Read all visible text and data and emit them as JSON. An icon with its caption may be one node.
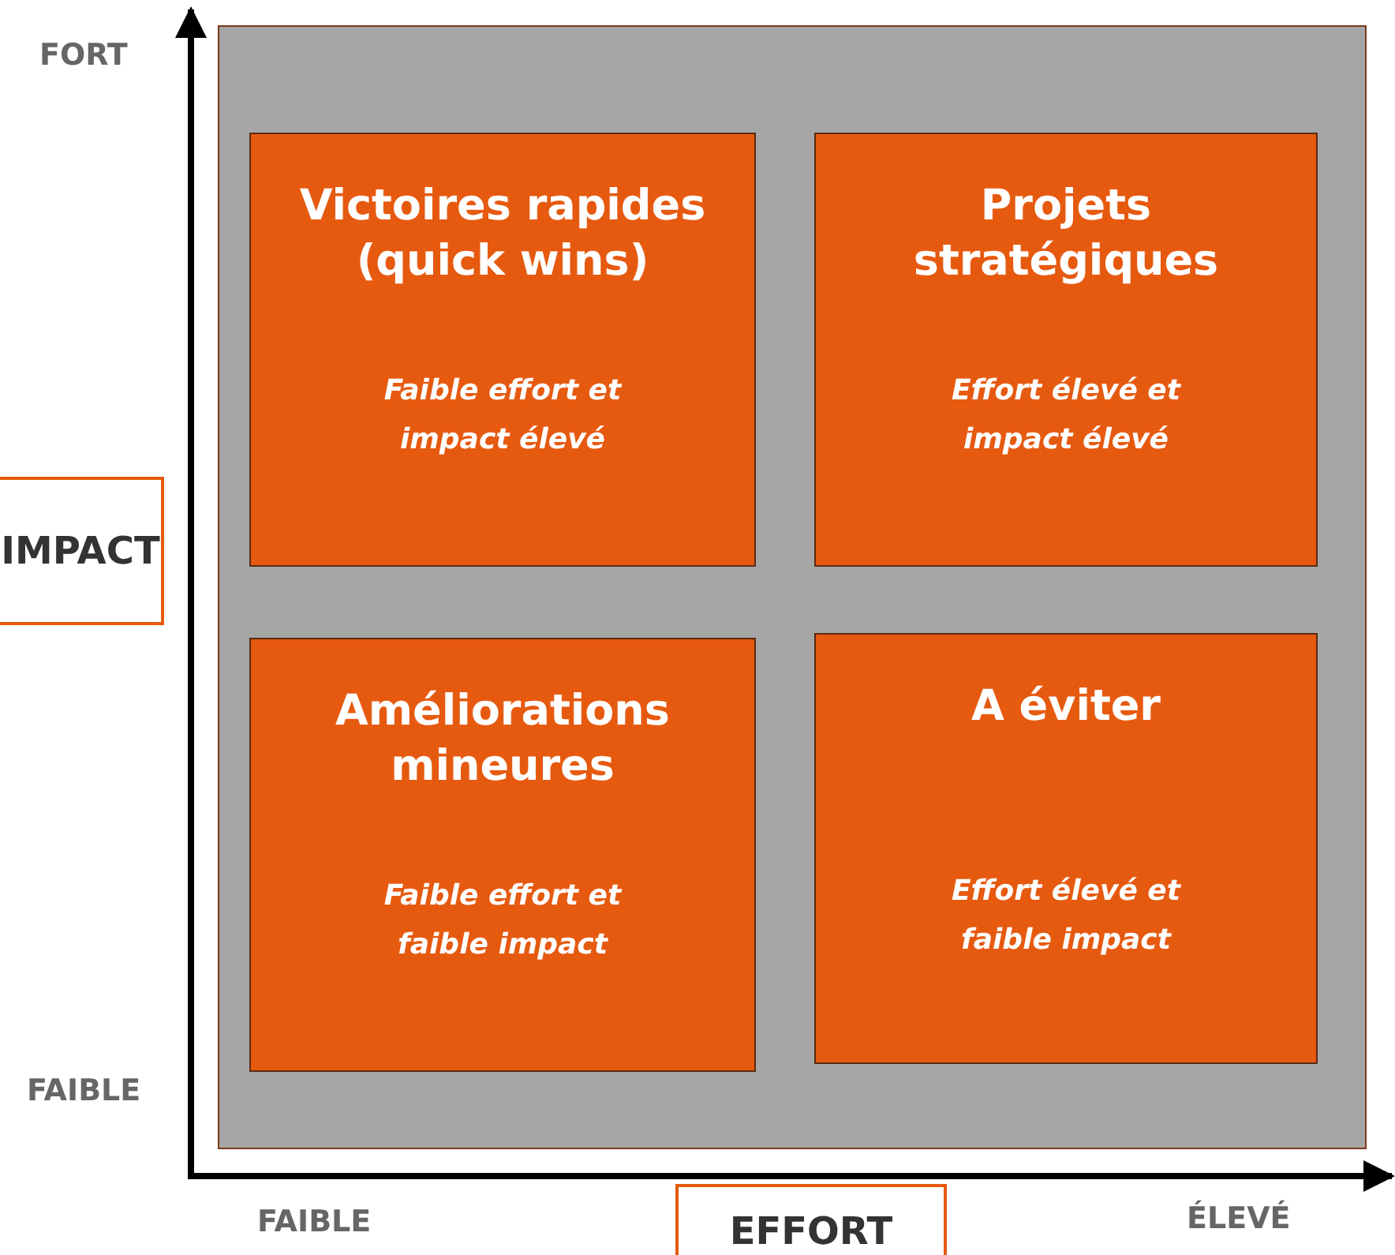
{
  "diagram": {
    "nodes": [
      {
        "text": [],
        "shape": "box"
      },
      {
        "text": [
          "Victoires rapides (quick wins)",
          "Faible effort et impact élevé"
        ],
        "in": 0
      },
      {
        "text": [
          "Projets stratégiques",
          "Effort élevé et impact élevé"
        ],
        "in": 0
      },
      {
        "text": [
          "Améliorations mineures",
          "Faible effort et faible impact"
        ],
        "in": 0
      },
      {
        "text": [
          "A éviter",
          "Effort élevé et faible impact"
        ],
        "in": 0
      },
      {
        "text": [
          "IMPACT"
        ]
      },
      {
        "text": [
          "EFFORT"
        ]
      }
    ],
    "edges": [],
    "labels": [
      "FORT",
      "FAIBLE",
      "FAIBLE",
      "ÉLEVÉ"
    ]
  }
}
